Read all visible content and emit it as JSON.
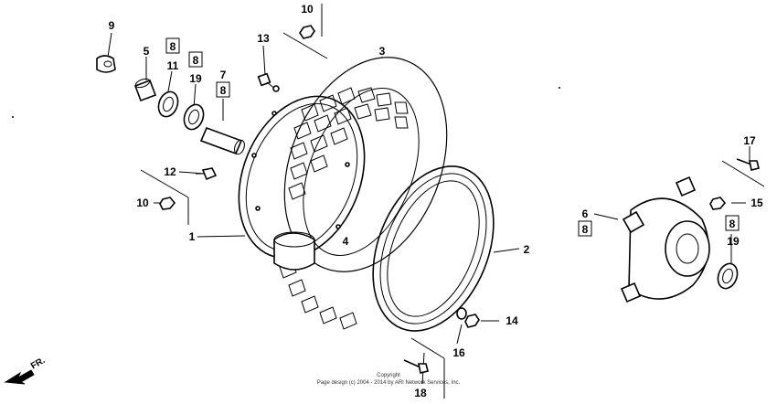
{
  "callouts": {
    "c1": "1",
    "c2": "2",
    "c3": "3",
    "c4": "4",
    "c5": "5",
    "c6": "6",
    "c7": "7",
    "c9": "9",
    "c10a": "10",
    "c10b": "10",
    "c11": "11",
    "c12": "12",
    "c13": "13",
    "c14": "14",
    "c15": "15",
    "c16": "16",
    "c17": "17",
    "c18": "18",
    "c19a": "19",
    "c19b": "19"
  },
  "boxed_callouts": {
    "b8_11": "8",
    "b8_19": "8",
    "b8_7": "8",
    "b8_6": "8",
    "b8_19b": "8"
  },
  "direction_label": "FR.",
  "copyright": {
    "line1": "Copyright",
    "line2": "Page design (c) 2004 - 2014 by ARI Network Services, Inc."
  }
}
